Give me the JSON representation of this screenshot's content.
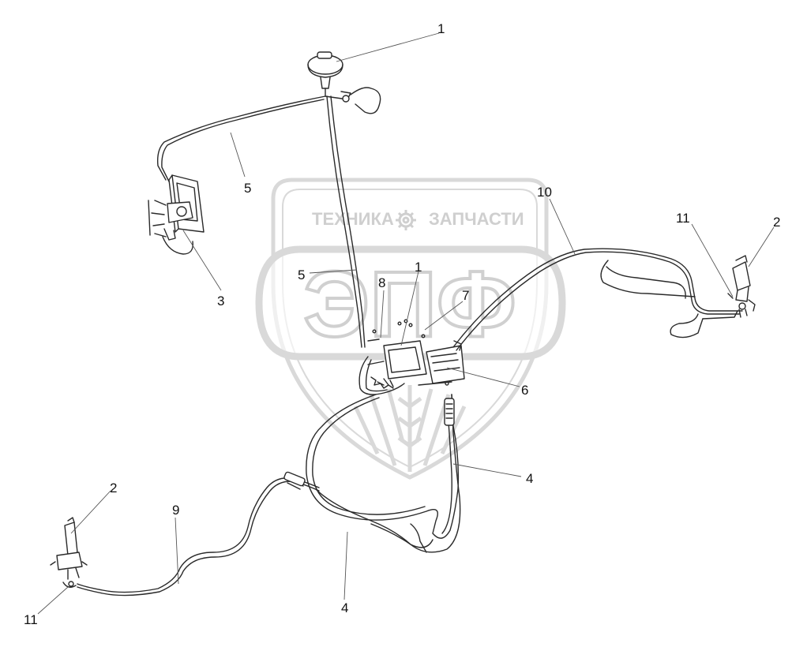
{
  "watermark": {
    "top_left": "ТЕХНИКА",
    "top_right": "ЗАПЧАСТИ",
    "big": "ЭПФ",
    "logo": "shield-gear-logo",
    "color": "#d4d4d4"
  },
  "callouts": [
    "1",
    "5",
    "3",
    "5",
    "8",
    "1",
    "7",
    "10",
    "11",
    "2",
    "6",
    "4",
    "9",
    "2",
    "4",
    "11"
  ],
  "colors": {
    "line": "#2a2a2a",
    "leader": "#555555"
  }
}
